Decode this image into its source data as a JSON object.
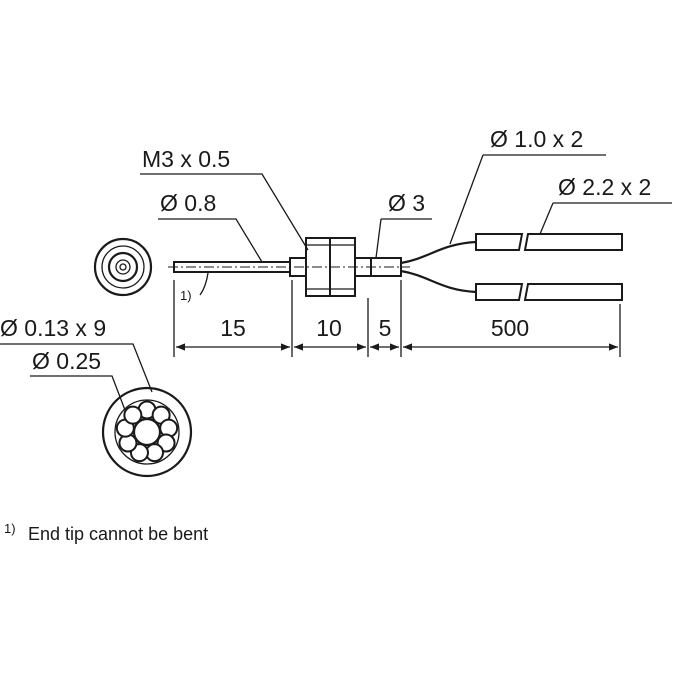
{
  "labels": {
    "thread": "M3 x 0.5",
    "tip_diameter": "Ø 0.8",
    "body_diameter": "Ø 3",
    "fiber_core": "Ø 1.0 x 2",
    "cable_jacket": "Ø 2.2 x 2",
    "strand": "Ø 0.13 x 9",
    "bundle": "Ø 0.25",
    "tip_footnote_marker": "1)"
  },
  "dimensions": {
    "d1": "15",
    "d2": "10",
    "d3": "5",
    "d4": "500"
  },
  "footnote": {
    "marker": "1)",
    "text": "End tip cannot be bent"
  }
}
